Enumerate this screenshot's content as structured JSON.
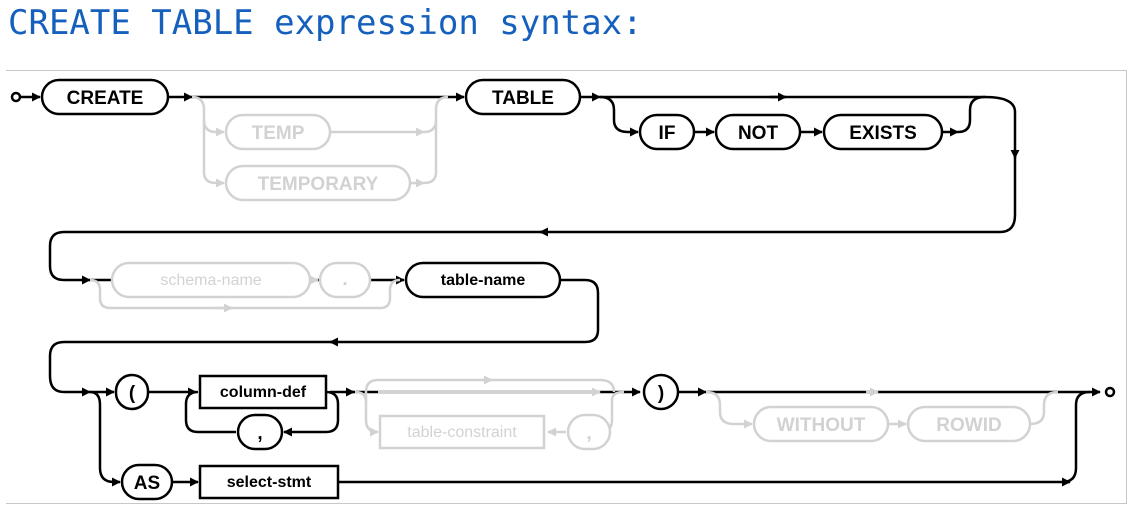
{
  "heading": "CREATE TABLE expression syntax:",
  "colors": {
    "heading": "#1560bd",
    "active": "#000000",
    "optional": "#d2d2d2"
  },
  "diagram": {
    "keywords": {
      "create": "CREATE",
      "temp": "TEMP",
      "temporary": "TEMPORARY",
      "table": "TABLE",
      "if": "IF",
      "not": "NOT",
      "exists": "EXISTS",
      "dot": ".",
      "lparen": "(",
      "rparen": ")",
      "comma_columns": ",",
      "comma_constraints": ",",
      "without": "WITHOUT",
      "rowid": "ROWID",
      "as": "AS"
    },
    "nonterminals": {
      "schema_name": "schema-name",
      "table_name": "table-name",
      "column_def": "column-def",
      "table_constraint": "table-constraint",
      "select_stmt": "select-stmt"
    }
  }
}
